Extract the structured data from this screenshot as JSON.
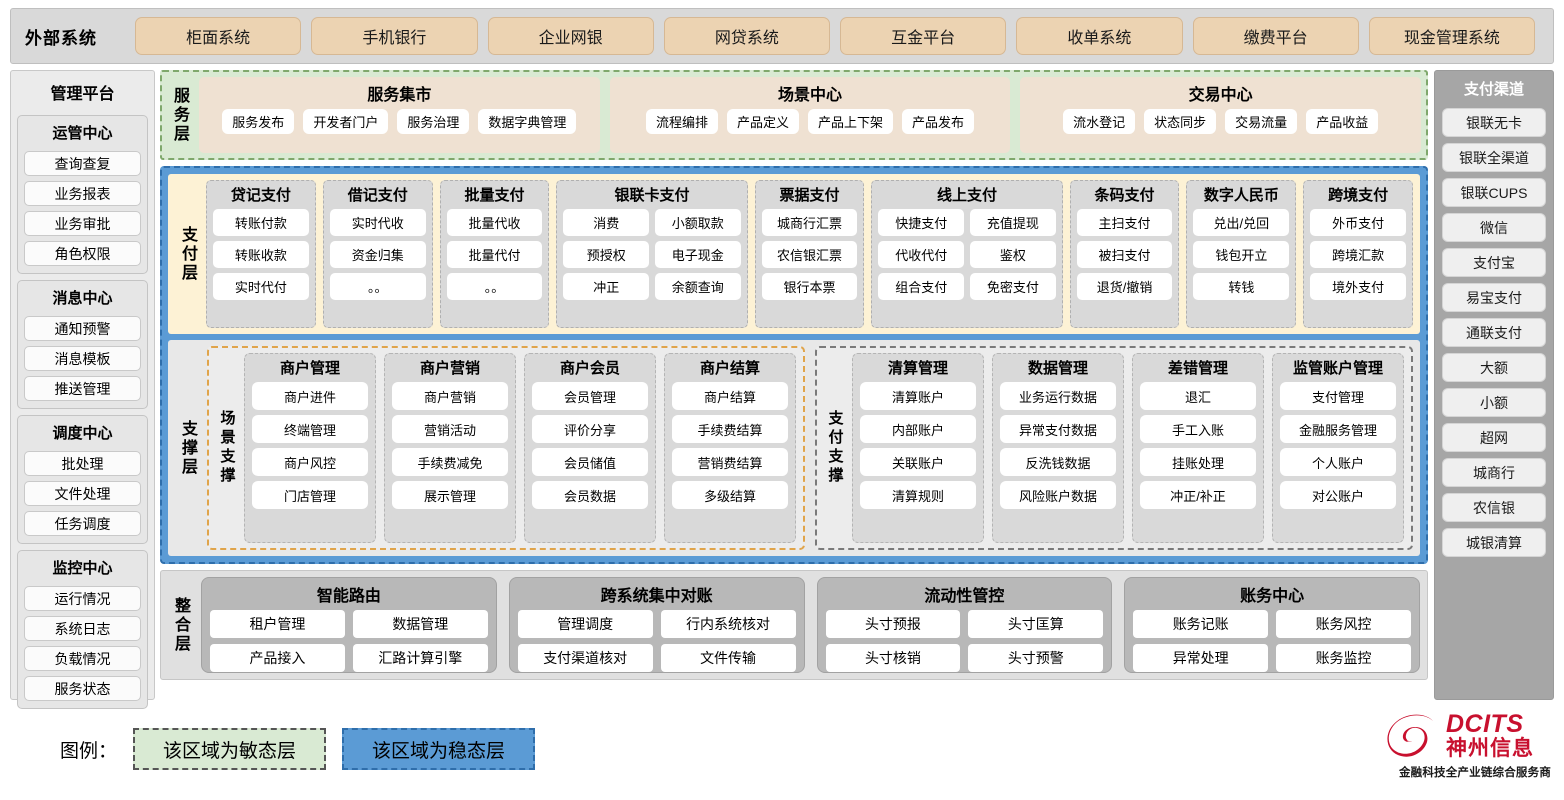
{
  "external": {
    "title": "外部系统",
    "items": [
      "柜面系统",
      "手机银行",
      "企业网银",
      "网贷系统",
      "互金平台",
      "收单系统",
      "缴费平台",
      "现金管理系统"
    ]
  },
  "left_sidebar": {
    "title": "管理平台",
    "groups": [
      {
        "title": "运管中心",
        "items": [
          "查询查复",
          "业务报表",
          "业务审批",
          "角色权限"
        ]
      },
      {
        "title": "消息中心",
        "items": [
          "通知预警",
          "消息模板",
          "推送管理"
        ]
      },
      {
        "title": "调度中心",
        "items": [
          "批处理",
          "文件处理",
          "任务调度"
        ]
      },
      {
        "title": "监控中心",
        "items": [
          "运行情况",
          "系统日志",
          "负载情况",
          "服务状态"
        ]
      }
    ]
  },
  "right_sidebar": {
    "title": "支付渠道",
    "items": [
      "银联无卡",
      "银联全渠道",
      "银联CUPS",
      "微信",
      "支付宝",
      "易宝支付",
      "通联支付",
      "大额",
      "小额",
      "超网",
      "城商行",
      "农信银",
      "城银清算"
    ]
  },
  "service_layer": {
    "label": "服务层",
    "panels": [
      {
        "title": "服务集市",
        "items": [
          "服务发布",
          "开发者门户",
          "服务治理",
          "数据字典管理"
        ]
      },
      {
        "title": "场景中心",
        "items": [
          "流程编排",
          "产品定义",
          "产品上下架",
          "产品发布"
        ]
      },
      {
        "title": "交易中心",
        "items": [
          "流水登记",
          "状态同步",
          "交易流量",
          "产品收益"
        ]
      }
    ]
  },
  "payment_layer": {
    "label": "支付层",
    "groups": [
      {
        "title": "贷记支付",
        "cols": 1,
        "items": [
          "转账付款",
          "转账收款",
          "实时代付"
        ]
      },
      {
        "title": "借记支付",
        "cols": 1,
        "items": [
          "实时代收",
          "资金归集",
          "。。"
        ]
      },
      {
        "title": "批量支付",
        "cols": 1,
        "items": [
          "批量代收",
          "批量代付",
          "。。"
        ]
      },
      {
        "title": "银联卡支付",
        "cols": 2,
        "items": [
          "消费",
          "小额取款",
          "预授权",
          "电子现金",
          "冲正",
          "余额查询"
        ]
      },
      {
        "title": "票据支付",
        "cols": 1,
        "items": [
          "城商行汇票",
          "农信银汇票",
          "银行本票"
        ]
      },
      {
        "title": "线上支付",
        "cols": 2,
        "items": [
          "快捷支付",
          "充值提现",
          "代收代付",
          "鉴权",
          "组合支付",
          "免密支付"
        ]
      },
      {
        "title": "条码支付",
        "cols": 1,
        "items": [
          "主扫支付",
          "被扫支付",
          "退货/撤销"
        ]
      },
      {
        "title": "数字人民币",
        "cols": 1,
        "items": [
          "兑出/兑回",
          "钱包开立",
          "转钱"
        ]
      },
      {
        "title": "跨境支付",
        "cols": 1,
        "items": [
          "外币支付",
          "跨境汇款",
          "境外支付"
        ]
      }
    ]
  },
  "support_layer": {
    "label": "支撑层",
    "zones": [
      {
        "label": "场景支撑",
        "groups": [
          {
            "title": "商户管理",
            "items": [
              "商户进件",
              "终端管理",
              "商户风控",
              "门店管理"
            ]
          },
          {
            "title": "商户营销",
            "items": [
              "商户营销",
              "营销活动",
              "手续费减免",
              "展示管理"
            ]
          },
          {
            "title": "商户会员",
            "items": [
              "会员管理",
              "评价分享",
              "会员储值",
              "会员数据"
            ]
          },
          {
            "title": "商户结算",
            "items": [
              "商户结算",
              "手续费结算",
              "营销费结算",
              "多级结算"
            ]
          }
        ]
      },
      {
        "label": "支付支撑",
        "groups": [
          {
            "title": "清算管理",
            "items": [
              "清算账户",
              "内部账户",
              "关联账户",
              "清算规则"
            ]
          },
          {
            "title": "数据管理",
            "items": [
              "业务运行数据",
              "异常支付数据",
              "反洗钱数据",
              "风险账户数据"
            ]
          },
          {
            "title": "差错管理",
            "items": [
              "退汇",
              "手工入账",
              "挂账处理",
              "冲正/补正"
            ]
          },
          {
            "title": "监管账户管理",
            "items": [
              "支付管理",
              "金融服务管理",
              "个人账户",
              "对公账户"
            ]
          }
        ]
      }
    ]
  },
  "integration_layer": {
    "label": "整合层",
    "groups": [
      {
        "title": "智能路由",
        "items": [
          "租户管理",
          "数据管理",
          "产品接入",
          "汇路计算引擎"
        ]
      },
      {
        "title": "跨系统集中对账",
        "items": [
          "管理调度",
          "行内系统核对",
          "支付渠道核对",
          "文件传输"
        ]
      },
      {
        "title": "流动性管控",
        "items": [
          "头寸预报",
          "头寸匡算",
          "头寸核销",
          "头寸预警"
        ]
      },
      {
        "title": "账务中心",
        "items": [
          "账务记账",
          "账务风控",
          "异常处理",
          "账务监控"
        ]
      }
    ]
  },
  "legend": {
    "label": "图例：",
    "agile": "该区域为敏态层",
    "stable": "该区域为稳态层",
    "agile_color": "#d9ead3",
    "stable_color": "#5b9bd5"
  },
  "logo": {
    "en": "DCITS",
    "cn": "神州信息",
    "tagline": "金融科技全产业链综合服务商",
    "color": "#c8102e"
  }
}
